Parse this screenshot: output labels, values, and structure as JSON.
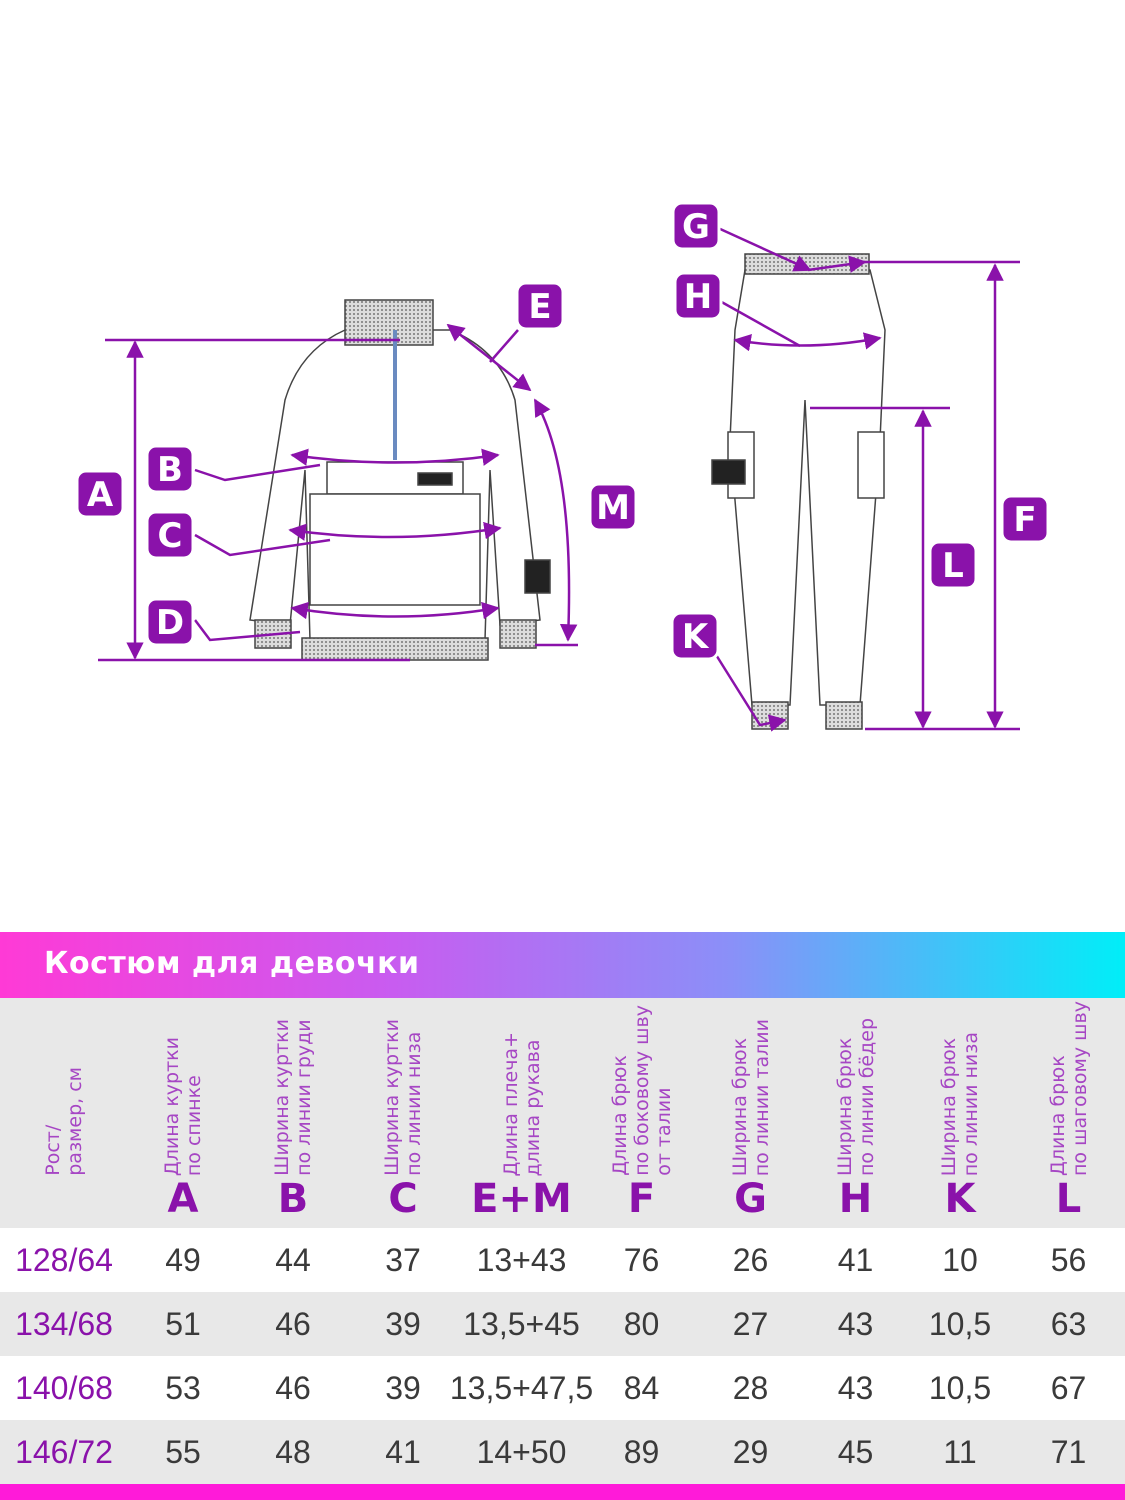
{
  "diagram": {
    "jacket_labels": [
      "A",
      "B",
      "C",
      "D",
      "E",
      "M"
    ],
    "pants_labels": [
      "G",
      "H",
      "K",
      "L",
      "F"
    ],
    "accent_color": "#8a12aa"
  },
  "title": "Костюм для девочки",
  "table": {
    "headers": [
      {
        "text": "Рост/\nразмер, см",
        "letter": ""
      },
      {
        "text": "Длина куртки\nпо спинке",
        "letter": "A"
      },
      {
        "text": "Ширина куртки\nпо линии груди",
        "letter": "B"
      },
      {
        "text": "Ширина куртки\nпо линии низа",
        "letter": "C"
      },
      {
        "text": "Длина плеча+\nдлина рукава",
        "letter": "E+M"
      },
      {
        "text": "Длина брюк\nпо боковому шву\nот талии",
        "letter": "F"
      },
      {
        "text": "Ширина брюк\nпо линии талии",
        "letter": "G"
      },
      {
        "text": "Ширина брюк\nпо линии бёдер",
        "letter": "H"
      },
      {
        "text": "Ширина брюк\nпо линии низа",
        "letter": "K"
      },
      {
        "text": "Длина брюк\nпо шаговому шву",
        "letter": "L"
      }
    ],
    "rows": [
      [
        "128/64",
        "49",
        "44",
        "37",
        "13+43",
        "76",
        "26",
        "41",
        "10",
        "56"
      ],
      [
        "134/68",
        "51",
        "46",
        "39",
        "13,5+45",
        "80",
        "27",
        "43",
        "10,5",
        "63"
      ],
      [
        "140/68",
        "53",
        "46",
        "39",
        "13,5+47,5",
        "84",
        "28",
        "43",
        "10,5",
        "67"
      ],
      [
        "146/72",
        "55",
        "48",
        "41",
        "14+50",
        "89",
        "29",
        "45",
        "11",
        "71"
      ]
    ]
  }
}
